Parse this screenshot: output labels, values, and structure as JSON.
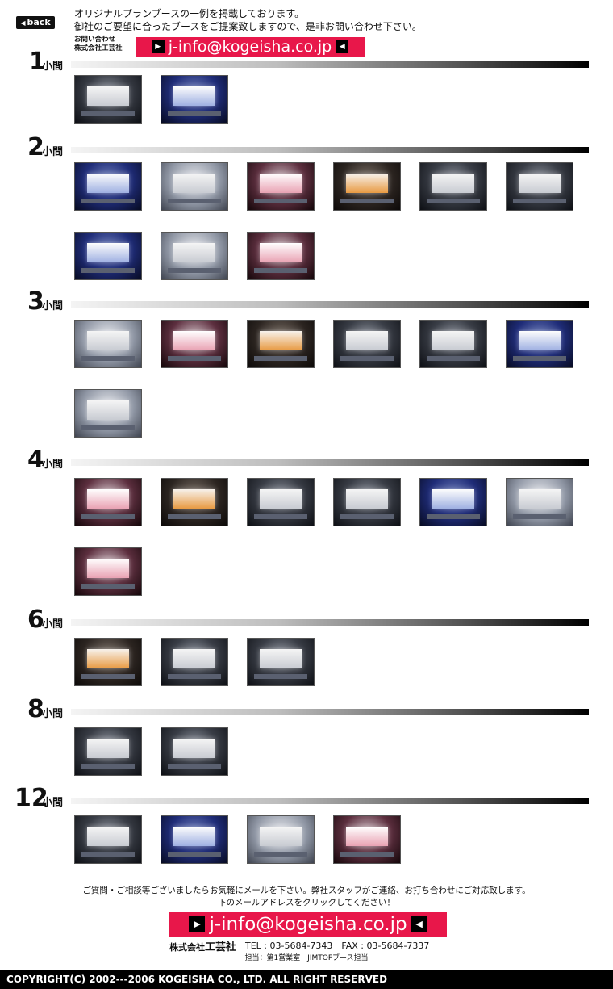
{
  "header": {
    "back_label": "back",
    "intro_line1": "オリジナルプランブースの一例を掲載しております。",
    "intro_line2": "御社のご要望に合ったブースをご提案致しますので、是非お問い合わせ下さい。",
    "contact_line1": "お問い合わせ",
    "contact_line2": "株式会社工芸社",
    "email": "j-info@kogeisha.co.jp"
  },
  "unit_label": "小間",
  "sections": [
    {
      "number": "1",
      "thumb_count": 2
    },
    {
      "number": "2",
      "thumb_count": 9
    },
    {
      "number": "3",
      "thumb_count": 7
    },
    {
      "number": "4",
      "thumb_count": 7
    },
    {
      "number": "6",
      "thumb_count": 3
    },
    {
      "number": "8",
      "thumb_count": 2
    },
    {
      "number": "12",
      "thumb_count": 4
    }
  ],
  "footer": {
    "message_line1": "ご質問・ご相談等ございましたらお気軽にメールを下さい。弊社スタッフがご連絡、お打ち合わせにご対応致します。",
    "message_line2": "下のメールアドレスをクリックしてください！",
    "email": "j-info@kogeisha.co.jp",
    "company_prefix": "株式会社",
    "company_name": "工芸社",
    "tel": "TEL : 03-5684-7343　FAX : 03-5684-7337",
    "staff": "担当：第1営業室　JIMTOFブース担当",
    "copyright": "COPYRIGHT(C) 2002---2006 KOGEISHA CO., LTD. ALL RIGHT RESERVED"
  },
  "colors": {
    "accent": "#e8174a",
    "bar": "#000000"
  },
  "icons": {
    "back": "triangle-left-icon",
    "email_left": "triangle-right-icon",
    "email_right": "triangle-left-icon"
  }
}
